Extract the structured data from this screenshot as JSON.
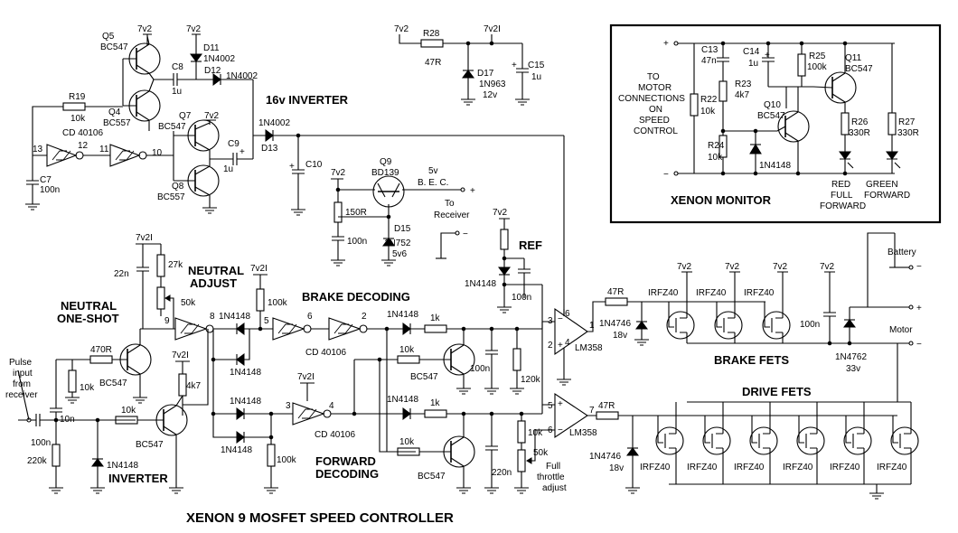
{
  "title": "XENON 9 MOSFET SPEED CONTROLLER",
  "sections": {
    "inverter16v": "16v INVERTER",
    "xenon_monitor": "XENON MONITOR",
    "neutral_oneshot_1": "NEUTRAL",
    "neutral_oneshot_2": "ONE-SHOT",
    "neutral_adjust_1": "NEUTRAL",
    "neutral_adjust_2": "ADJUST",
    "brake_decoding": "BRAKE DECODING",
    "forward_decoding_1": "FORWARD",
    "forward_decoding_2": "DECODING",
    "inverter": "INVERTER",
    "ref": "REF",
    "brake_fets": "BRAKE FETS",
    "drive_fets": "DRIVE FETS"
  },
  "labels": {
    "v7v2": "7v2",
    "v7v2I": "7v2I",
    "q5": "Q5",
    "bc547": "BC547",
    "bc557": "BC557",
    "q4": "Q4",
    "q7": "Q7",
    "q8": "Q8",
    "q9": "Q9",
    "bd139": "BD139",
    "d11": "D11",
    "d12": "D12",
    "d13": "D13",
    "d15": "D15",
    "d17": "D17",
    "n4002": "1N4002",
    "n4148": "1N4148",
    "n963": "1N963",
    "n752": "1N752",
    "n4746": "1N4746",
    "n4762": "1N4762",
    "c7": "C7",
    "c8": "C8",
    "c9": "C9",
    "c10": "C10",
    "c13": "C13",
    "c14": "C14",
    "c15": "C15",
    "r19": "R19",
    "r22": "R22",
    "r23": "R23",
    "r24": "R24",
    "r25": "R25",
    "r26": "R26",
    "r27": "R27",
    "r28": "R28",
    "q10": "Q10",
    "q11": "Q11",
    "cd40106": "CD 40106",
    "cd40106b": "CD 40106",
    "u1": "1u",
    "n100": "100n",
    "n47": "47n",
    "n22": "22n",
    "n10": "10n",
    "n220": "220n",
    "k10": "10k",
    "k1": "1k",
    "k4_7": "4k7",
    "k27": "27k",
    "k50": "50k",
    "k100": "100k",
    "k120": "120k",
    "k220": "220k",
    "r47": "47R",
    "r150": "150R",
    "r470": "470R",
    "r330": "330R",
    "v12": "12v",
    "v5v6": "5v6",
    "v18": "18v",
    "v33": "33v",
    "v5": "5v",
    "bec": "B. E. C.",
    "to": "To",
    "receiver": "Receiver",
    "lm358": "LM358",
    "irfz40": "IRFZ40",
    "battery": "Battery",
    "motor": "Motor",
    "plus": "+",
    "minus": "−",
    "pulse1": "Pulse",
    "pulse2": "input",
    "pulse3": "from",
    "pulse4": "receiver",
    "full_throttle_1": "Full",
    "full_throttle_2": "throttle",
    "full_throttle_3": "adjust",
    "mon1": "TO",
    "mon2": "MOTOR",
    "mon3": "CONNECTIONS",
    "mon4": "ON",
    "mon5": "SPEED",
    "mon6": "CONTROL",
    "red1": "RED",
    "red2": "FULL",
    "red3": "FORWARD",
    "green1": "GREEN",
    "green2": "FORWARD",
    "pin13": "13",
    "pin12": "12",
    "pin11": "11",
    "pin10": "10",
    "pin9": "9",
    "pin8": "8",
    "pin5": "5",
    "pin6": "6",
    "pin2": "2",
    "pin3": "3",
    "pin4": "4",
    "pin1": "1",
    "pin7": "7"
  }
}
